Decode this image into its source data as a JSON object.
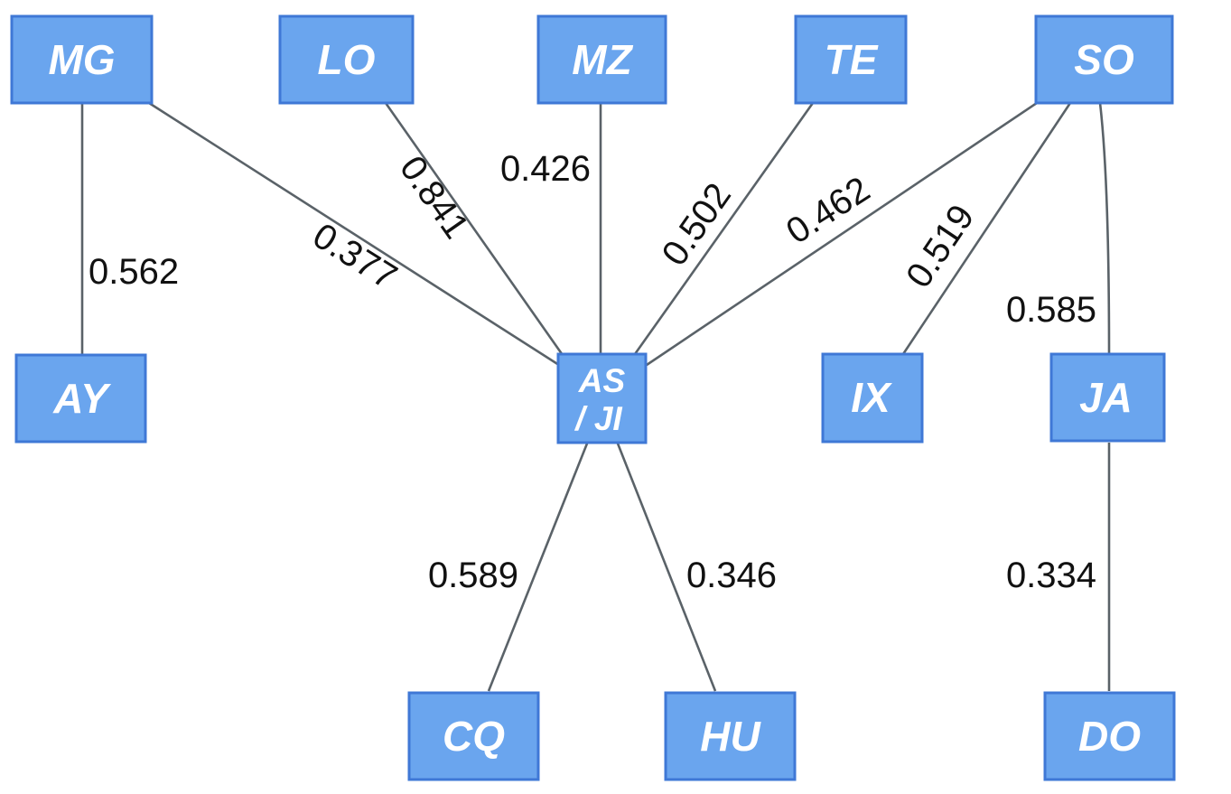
{
  "diagram": {
    "colors": {
      "node_fill": "#6aa5ee",
      "node_border": "#3f78d6",
      "node_text": "#ffffff",
      "edge": "#5a6268",
      "edge_label": "#111111"
    },
    "nodes": {
      "mg": {
        "lines": [
          "MG"
        ]
      },
      "lo": {
        "lines": [
          "LO"
        ]
      },
      "mz": {
        "lines": [
          "MZ"
        ]
      },
      "te": {
        "lines": [
          "TE"
        ]
      },
      "so": {
        "lines": [
          "SO"
        ]
      },
      "ay": {
        "lines": [
          "AY"
        ]
      },
      "asji": {
        "lines": [
          "AS",
          "/ JI"
        ]
      },
      "ix": {
        "lines": [
          "IX"
        ]
      },
      "ja": {
        "lines": [
          "JA"
        ]
      },
      "cq": {
        "lines": [
          "CQ"
        ]
      },
      "hu": {
        "lines": [
          "HU"
        ]
      },
      "do": {
        "lines": [
          "DO"
        ]
      }
    },
    "edges": [
      {
        "id": "mg-ay",
        "from": "MG",
        "to": "AY",
        "weight": "0.562"
      },
      {
        "id": "mg-asji",
        "from": "MG",
        "to": "AS / JI",
        "weight": "0.377"
      },
      {
        "id": "lo-asji",
        "from": "LO",
        "to": "AS / JI",
        "weight": "0.841"
      },
      {
        "id": "mz-asji",
        "from": "MZ",
        "to": "AS / JI",
        "weight": "0.426"
      },
      {
        "id": "te-asji",
        "from": "TE",
        "to": "AS / JI",
        "weight": "0.502"
      },
      {
        "id": "so-asji",
        "from": "SO",
        "to": "AS / JI",
        "weight": "0.462"
      },
      {
        "id": "so-ix",
        "from": "SO",
        "to": "IX",
        "weight": "0.519"
      },
      {
        "id": "so-ja",
        "from": "SO",
        "to": "JA",
        "weight": "0.585"
      },
      {
        "id": "asji-cq",
        "from": "AS / JI",
        "to": "CQ",
        "weight": "0.589"
      },
      {
        "id": "asji-hu",
        "from": "AS / JI",
        "to": "HU",
        "weight": "0.346"
      },
      {
        "id": "ja-do",
        "from": "JA",
        "to": "DO",
        "weight": "0.334"
      }
    ]
  }
}
